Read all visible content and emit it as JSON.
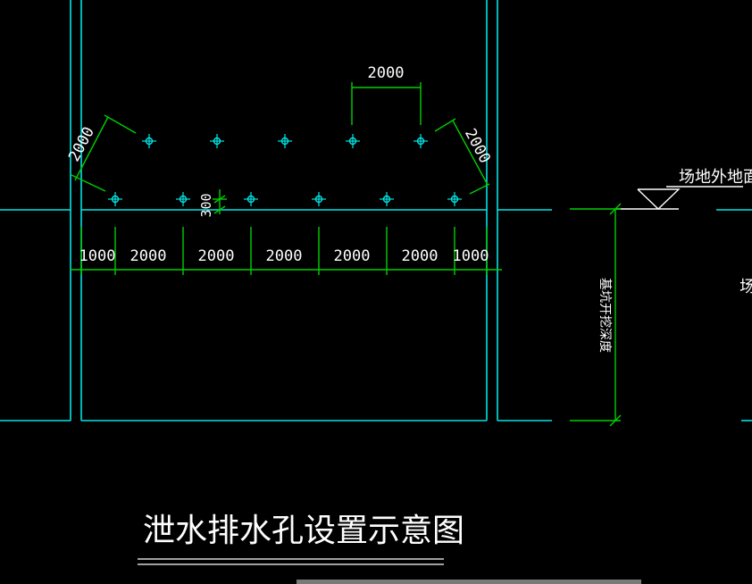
{
  "colors": {
    "background": "#000000",
    "wall": "#00e5e5",
    "dimension": "#00d000",
    "hole": "#00e5e5",
    "text": "#ffffff"
  },
  "dimensions": {
    "top_spacing": "2000",
    "left_diagonal": "2000",
    "right_diagonal": "2000",
    "row_offset": "300",
    "bottom": [
      "1000",
      "2000",
      "2000",
      "2000",
      "2000",
      "2000",
      "1000"
    ]
  },
  "labels": {
    "ground_surface": "场地外地面",
    "side_vertical": "基坑开挖深度",
    "right_edge": "场"
  },
  "title": "泄水排水孔设置示意图",
  "holes": {
    "top_row_count": 5,
    "bottom_row_count": 6
  }
}
